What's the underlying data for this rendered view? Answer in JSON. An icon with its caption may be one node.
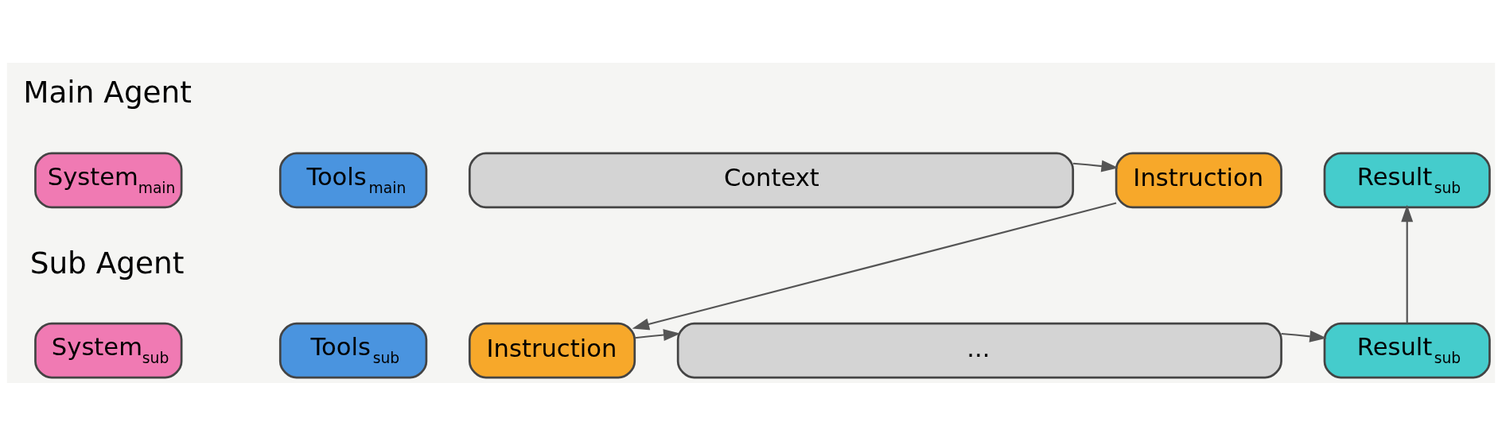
{
  "diagram": {
    "nodes": [
      {
        "text": [
          "System$_{main}$"
        ]
      },
      {
        "text": [
          "Tools$_{main}$"
        ]
      },
      {
        "text": [
          "Context"
        ]
      },
      {
        "text": [
          "Instruction"
        ]
      },
      {
        "text": [
          "Result$_{sub}$"
        ]
      },
      {
        "text": [
          "System$_{sub}$"
        ]
      },
      {
        "text": [
          "Tools$_{sub}$"
        ]
      },
      {
        "text": [
          "Instruction"
        ]
      },
      {
        "text": [
          "..."
        ]
      },
      {
        "text": [
          "Result$_{sub}$"
        ]
      }
    ],
    "edges": [
      {
        "from": 2,
        "to": 3,
        "arrow": "to"
      },
      {
        "from": 3,
        "to": 7,
        "arrow": "to"
      },
      {
        "from": 7,
        "to": 8,
        "arrow": "to"
      },
      {
        "from": 8,
        "to": 9,
        "arrow": "to"
      },
      {
        "from": 9,
        "to": 4,
        "arrow": "to"
      }
    ],
    "labels": [
      "Main Agent",
      "Sub Agent"
    ]
  }
}
